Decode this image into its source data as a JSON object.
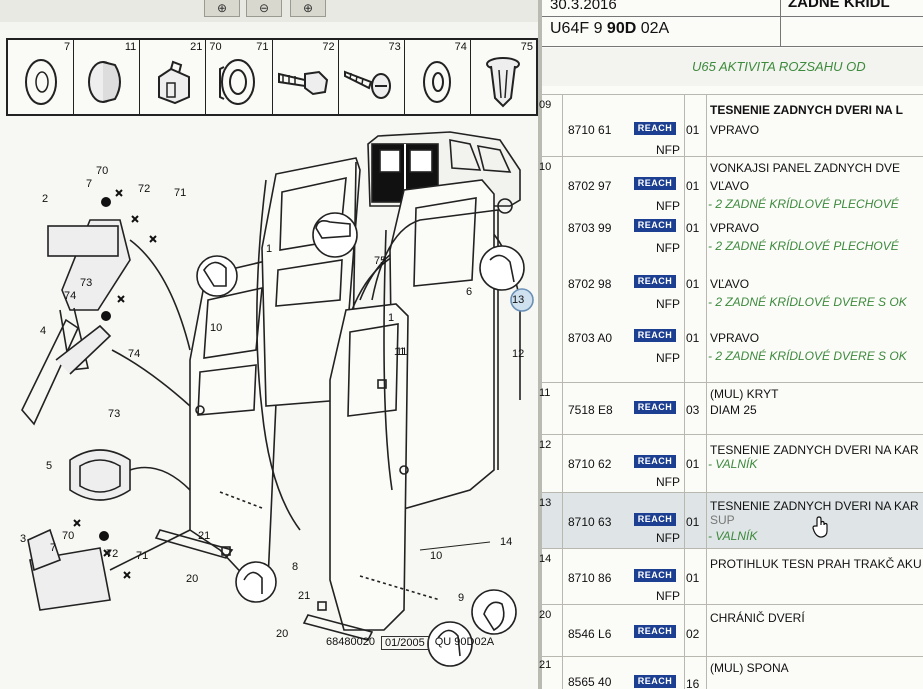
{
  "toolbar": {
    "buttons": [
      {
        "name": "zoom-in",
        "glyph": "⊕"
      },
      {
        "name": "zoom-out",
        "glyph": "⊖"
      },
      {
        "name": "zoom-fit",
        "glyph": "⊕"
      }
    ]
  },
  "header": {
    "date": "30.3.2016",
    "code_prefix": "U64F 9",
    "code_bold": "90D",
    "code_suffix": "02A",
    "title": "ZADNE KRIDL"
  },
  "section": {
    "title": "U65 AKTIVITA ROZSAHU OD"
  },
  "parts_strip": [
    "7",
    "11",
    "21",
    "70",
    "71",
    "72",
    "73",
    "74",
    "75"
  ],
  "diagram_labels": [
    "70",
    "7",
    "72",
    "71",
    "2",
    "73",
    "74",
    "74",
    "4",
    "73",
    "5",
    "70",
    "7",
    "72",
    "71",
    "3",
    "10",
    "1",
    "11",
    "21",
    "20",
    "8",
    "75",
    "6",
    "13",
    "12",
    "1",
    "11",
    "10",
    "14",
    "9",
    "21",
    "20"
  ],
  "caption": {
    "id": "68480020",
    "date": "01/2005",
    "ref": "QU 90D02A"
  },
  "reach_label": "REACH",
  "rows": [
    {
      "num": "09",
      "ref": "8710 61",
      "qty": "01",
      "nfp": "NFP",
      "title": "TESNENIE ZADNYCH DVERI NA L",
      "lines": [
        {
          "text": "VPRAVO",
          "style": "desc"
        }
      ]
    },
    {
      "num": "10",
      "ref": "8702 97",
      "qty": "01",
      "nfp": "NFP",
      "title": "VONKAJSI PANEL ZADNYCH DVE",
      "lines": [
        {
          "text": "VĽAVO",
          "style": "desc"
        },
        {
          "text": "- 2 ZADNÉ KRÍDLOVÉ PLECHOVÉ",
          "style": "note"
        }
      ]
    },
    {
      "num": "",
      "ref": "8703 99",
      "qty": "01",
      "nfp": "NFP",
      "title": "",
      "lines": [
        {
          "text": "VPRAVO",
          "style": "desc"
        },
        {
          "text": "- 2 ZADNÉ KRÍDLOVÉ PLECHOVÉ",
          "style": "note"
        }
      ]
    },
    {
      "num": "",
      "ref": "8702 98",
      "qty": "01",
      "nfp": "NFP",
      "title": "",
      "lines": [
        {
          "text": "VĽAVO",
          "style": "desc"
        },
        {
          "text": "- 2 ZADNÉ KRÍDLOVÉ DVERE S OK",
          "style": "note"
        }
      ]
    },
    {
      "num": "",
      "ref": "8703 A0",
      "qty": "01",
      "nfp": "NFP",
      "title": "",
      "lines": [
        {
          "text": "VPRAVO",
          "style": "desc"
        },
        {
          "text": "- 2 ZADNÉ KRÍDLOVÉ DVERE S OK",
          "style": "note"
        }
      ]
    },
    {
      "num": "11",
      "ref": "7518 E8",
      "qty": "03",
      "nfp": "",
      "title": "(MUL) KRYT",
      "lines": [
        {
          "text": "DIAM 25",
          "style": "desc"
        }
      ]
    },
    {
      "num": "12",
      "ref": "8710 62",
      "qty": "01",
      "nfp": "NFP",
      "title": "TESNENIE ZADNYCH DVERI NA KAR",
      "lines": [
        {
          "text": "- VALNÍK",
          "style": "note"
        }
      ]
    },
    {
      "num": "13",
      "ref": "8710 63",
      "qty": "01",
      "nfp": "NFP",
      "title": "TESNENIE ZADNYCH DVERI NA KAR",
      "lines": [
        {
          "text": "SUP",
          "style": "desc-grey"
        },
        {
          "text": "- VALNÍK",
          "style": "note"
        }
      ]
    },
    {
      "num": "14",
      "ref": "8710 86",
      "qty": "01",
      "nfp": "NFP",
      "title": "PROTIHLUK TESN PRAH TRAKČ AKU",
      "lines": []
    },
    {
      "num": "20",
      "ref": "8546 L6",
      "qty": "02",
      "nfp": "",
      "title": "CHRÁNIČ DVERÍ",
      "lines": []
    },
    {
      "num": "21",
      "ref": "8565 40",
      "qty": "16",
      "nfp": "",
      "title": "(MUL) SPONA",
      "lines": []
    }
  ]
}
